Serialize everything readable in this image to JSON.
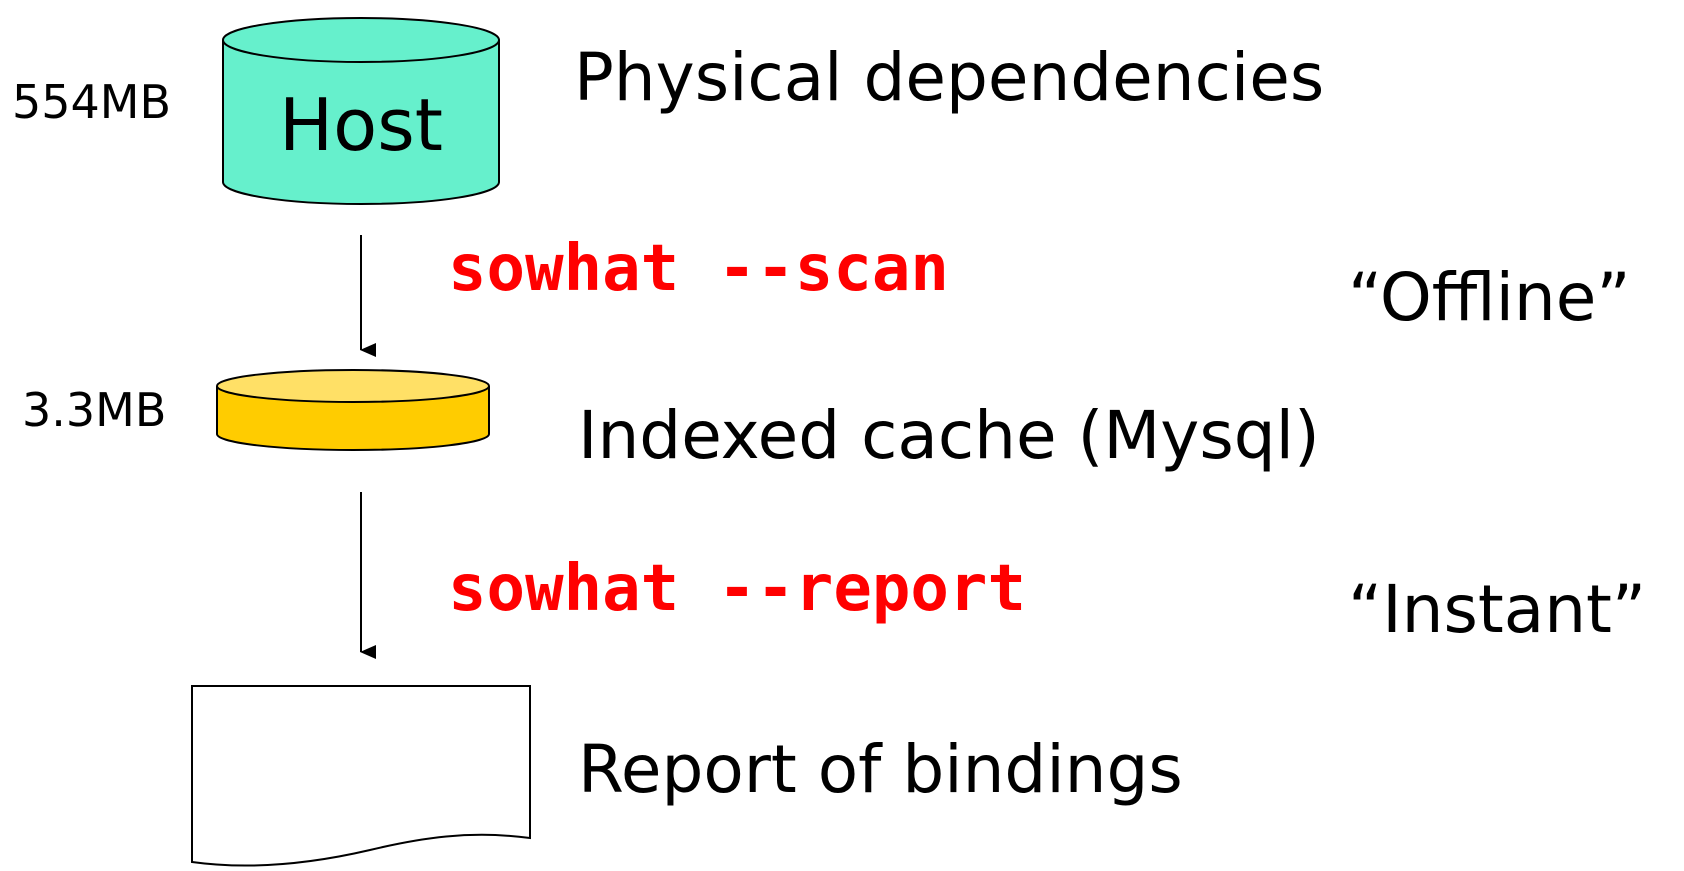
{
  "colors": {
    "host_fill": "#66F0CC",
    "cache_fill": "#FFCC00",
    "cache_top": "#FFE066",
    "command": "#FF0000",
    "stroke": "#000000",
    "report_fill": "#FFFFFF"
  },
  "host": {
    "label": "Host",
    "size": "554MB",
    "description": "Physical dependencies"
  },
  "scan_step": {
    "command": "sowhat --scan",
    "timing": "“Offline”"
  },
  "cache": {
    "size": "3.3MB",
    "description": "Indexed cache (Mysql)"
  },
  "report_step": {
    "command": "sowhat --report",
    "timing": "“Instant”"
  },
  "report": {
    "description": "Report of bindings"
  }
}
